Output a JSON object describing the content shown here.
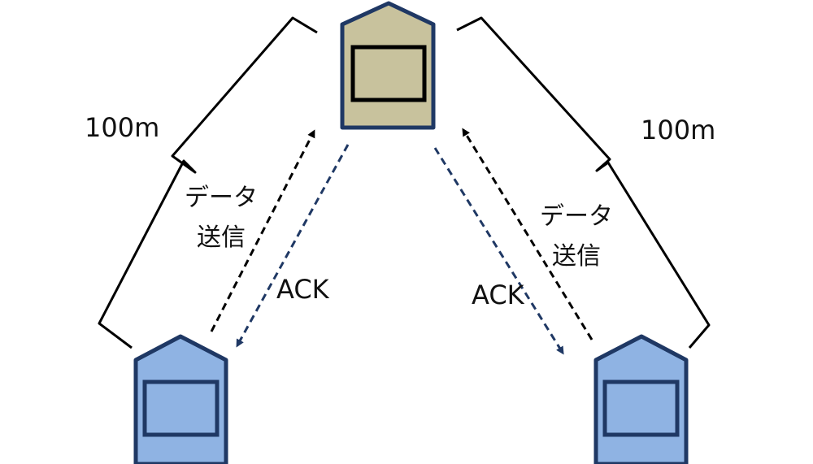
{
  "nodes": {
    "top": {
      "fill": "#c8c29d",
      "border": "#1f3864",
      "screen_border": "#000000"
    },
    "left": {
      "fill": "#8fb3e3",
      "border": "#1f3864",
      "screen_border": "#1f3864"
    },
    "right": {
      "fill": "#8fb3e3",
      "border": "#1f3864",
      "screen_border": "#1f3864"
    }
  },
  "distance_labels": {
    "left": "100m",
    "right": "100m"
  },
  "links": {
    "left": {
      "data_line1": "データ",
      "data_line2": "送信",
      "ack": "ACK"
    },
    "right": {
      "data_line1": "データ",
      "data_line2": "送信",
      "ack": "ACK"
    }
  },
  "colors": {
    "data_arrow": "#000000",
    "ack_arrow": "#1f3864",
    "brace": "#000000"
  }
}
